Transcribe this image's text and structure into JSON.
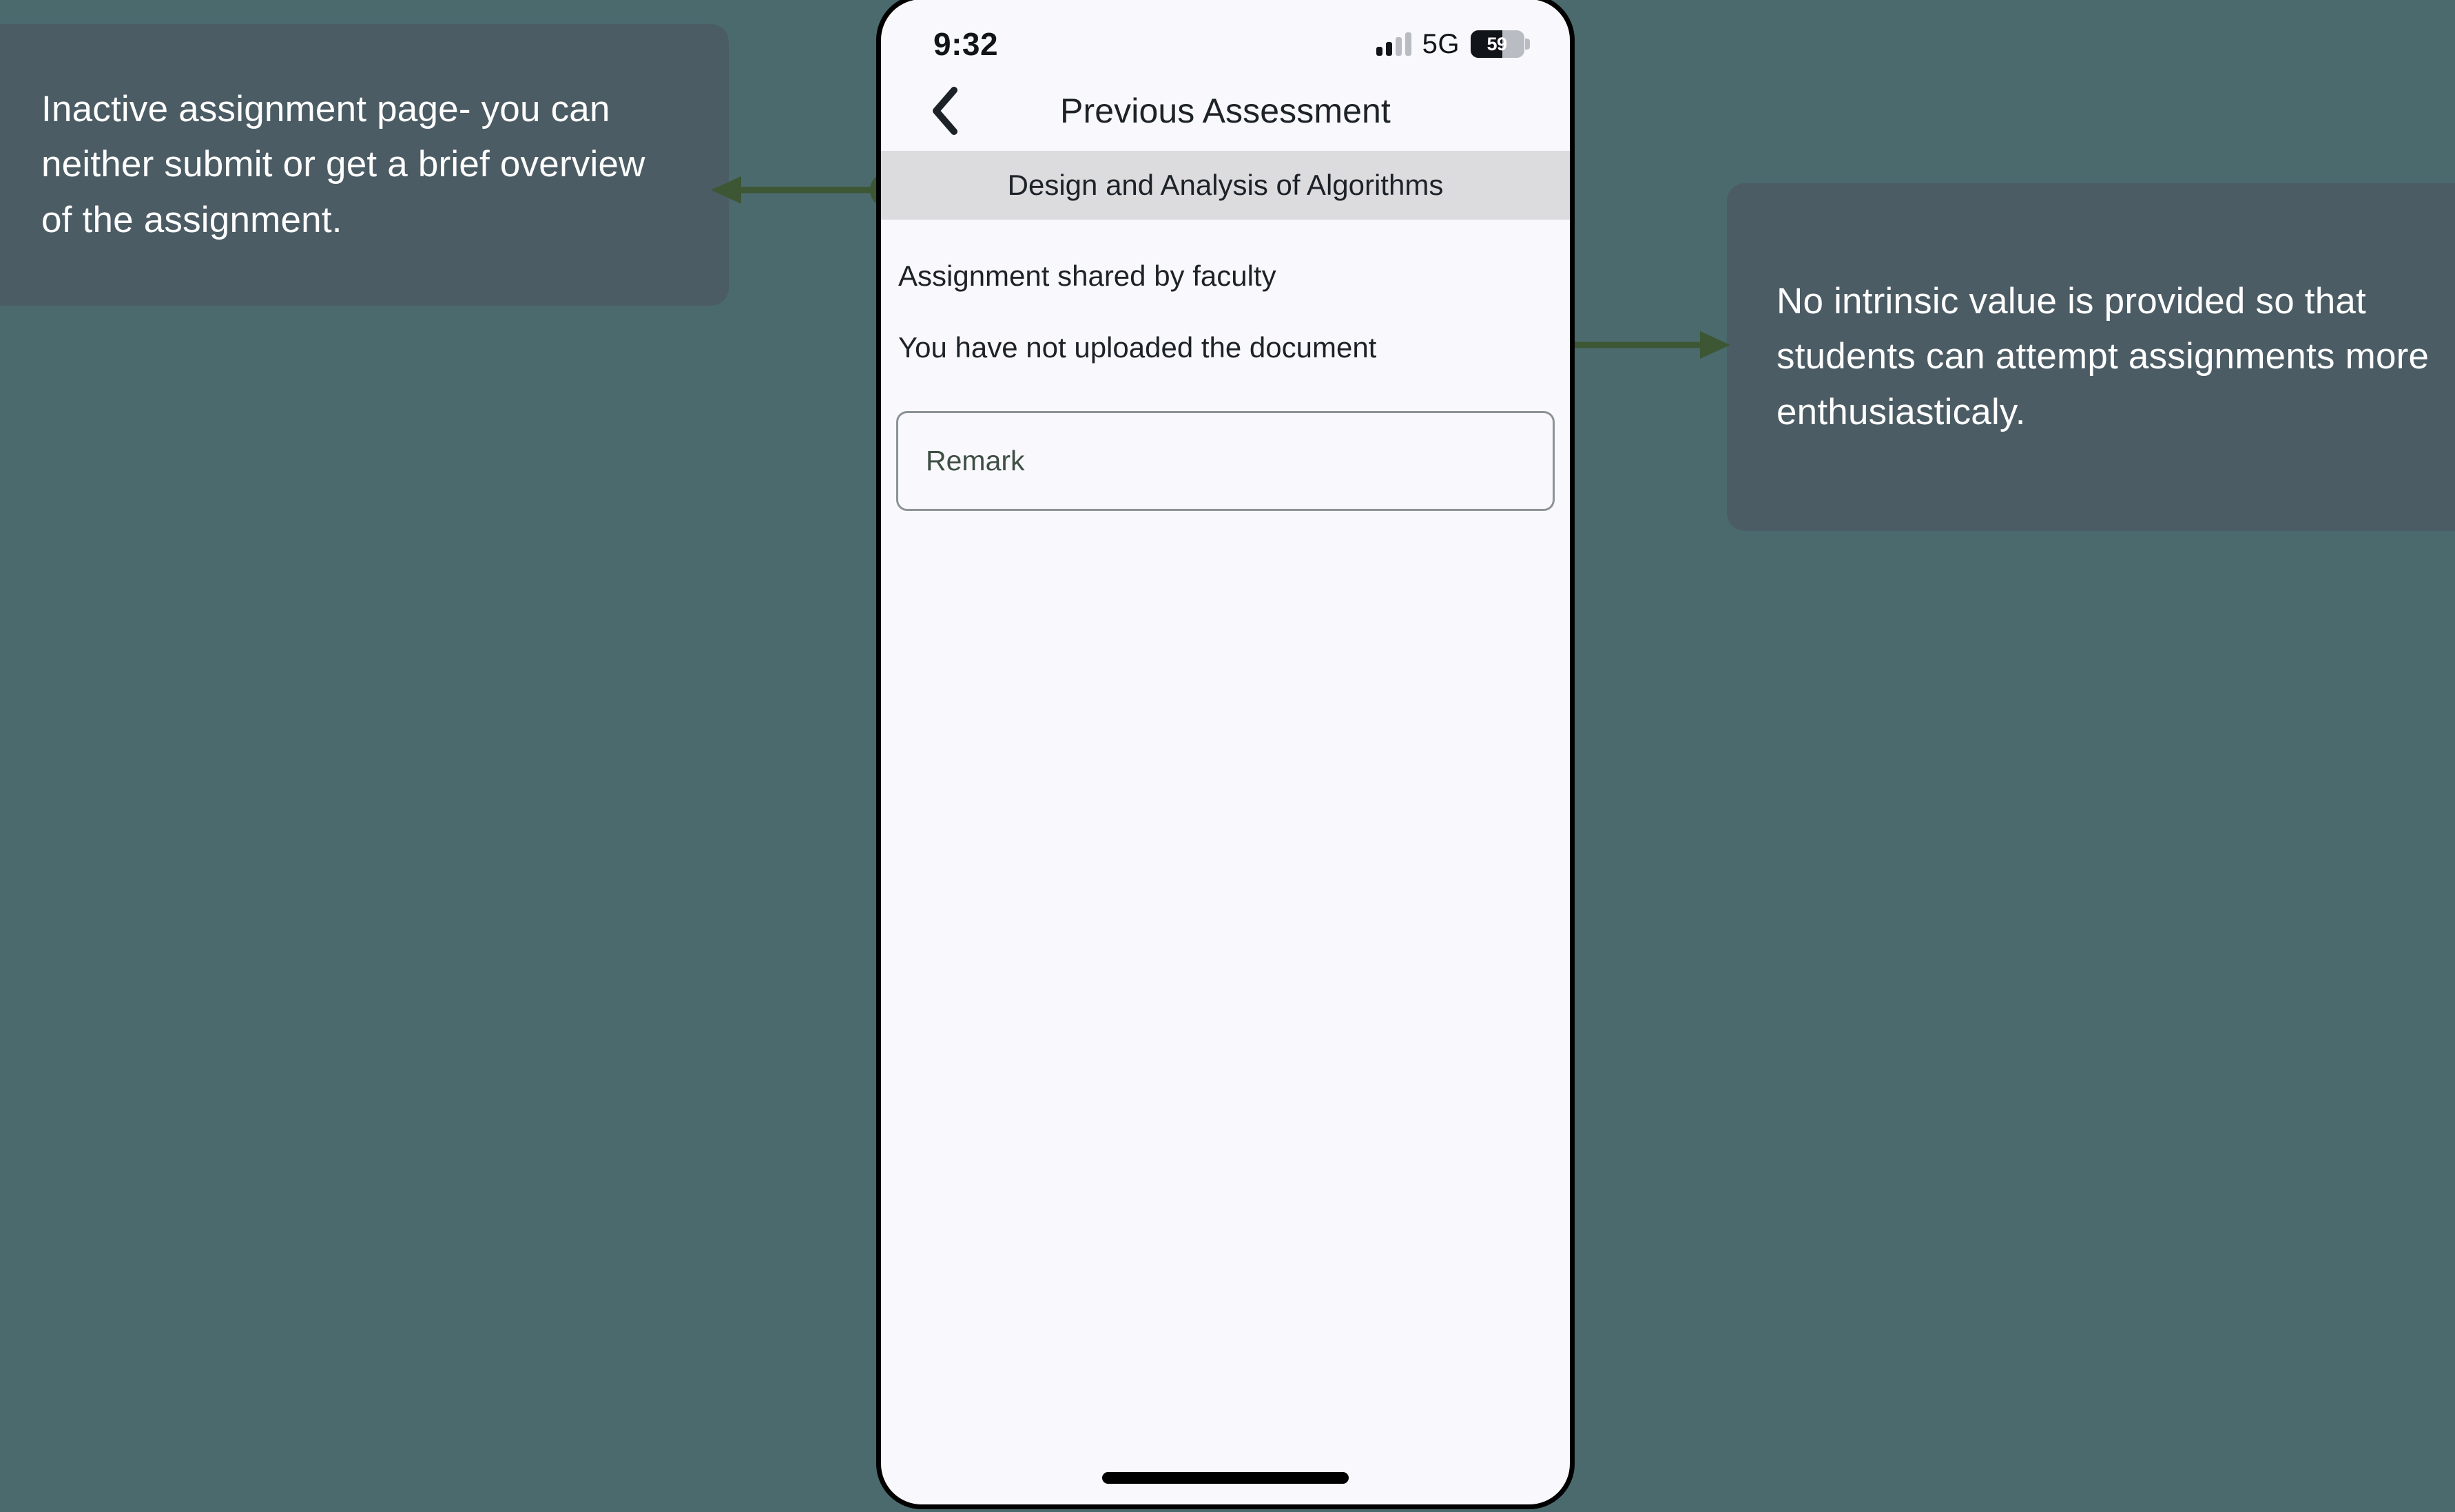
{
  "background_color": "#4a6a6e",
  "annotations": [
    {
      "id": "left",
      "text": "Inactive assignment page- you can neither submit or get a brief overview of the assignment.",
      "box_color": "#4c5c64",
      "text_color": "#ffffff",
      "arrow_direction": "left",
      "arrow_color": "#3d5634"
    },
    {
      "id": "right",
      "text": "No intrinsic value is provided so that students can attempt assignments more enthusiasticaly.",
      "box_color": "#4c5c64",
      "text_color": "#ffffff",
      "arrow_direction": "right",
      "arrow_color": "#3d5634"
    }
  ],
  "phone": {
    "screen_color": "#f9f8fd",
    "frame_color": "#000000",
    "status_bar": {
      "time": "9:32",
      "network": "5G",
      "battery_level": "59",
      "signal_icon": "signal-bars-icon",
      "battery_icon": "battery-icon"
    },
    "nav": {
      "back_icon": "chevron-left-icon",
      "title": "Previous Assessment"
    },
    "course_banner": {
      "label": "Design and Analysis of Algorithms",
      "background": "#dcdcdf"
    },
    "content": {
      "shared_note": "Assignment shared by faculty",
      "upload_status": "You have not uploaded the document",
      "remark": {
        "placeholder": "Remark",
        "value": ""
      }
    },
    "home_indicator": "home-indicator"
  }
}
